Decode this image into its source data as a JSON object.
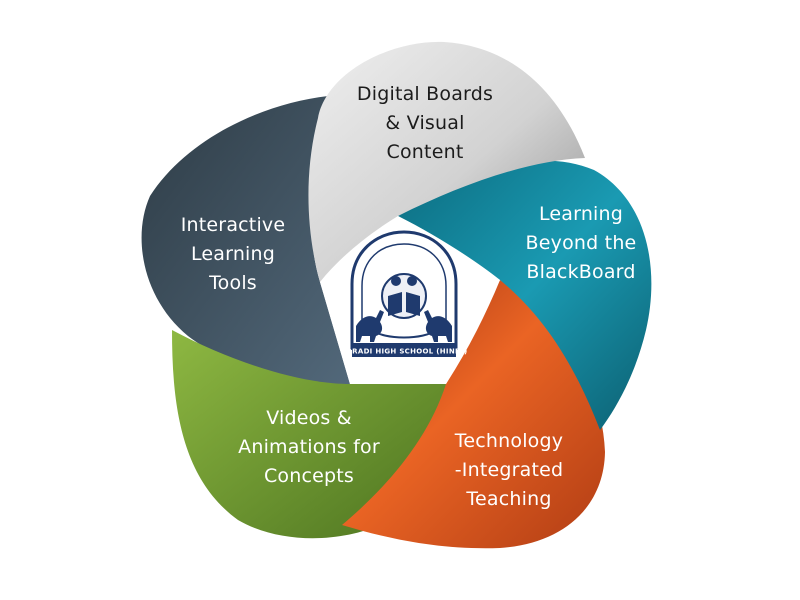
{
  "petals": [
    {
      "id": "digital",
      "label": "Digital Boards\n& Visual\nContent",
      "color": "#b9b9b9"
    },
    {
      "id": "beyond",
      "label": "Learning\nBeyond the\nBlackBoard",
      "color": "#117f96"
    },
    {
      "id": "tech",
      "label": "Technology\n-Integrated\nTeaching",
      "color": "#e0561b"
    },
    {
      "id": "videos",
      "label": "Videos &\nAnimations for\nConcepts",
      "color": "#6d9830"
    },
    {
      "id": "interactive",
      "label": "Interactive\nLearning\nTools",
      "color": "#3a4c59"
    }
  ],
  "logo": {
    "school_name": "KORADI HIGH SCHOOL (HINDI)",
    "crest_color": "#1f3a6e"
  }
}
